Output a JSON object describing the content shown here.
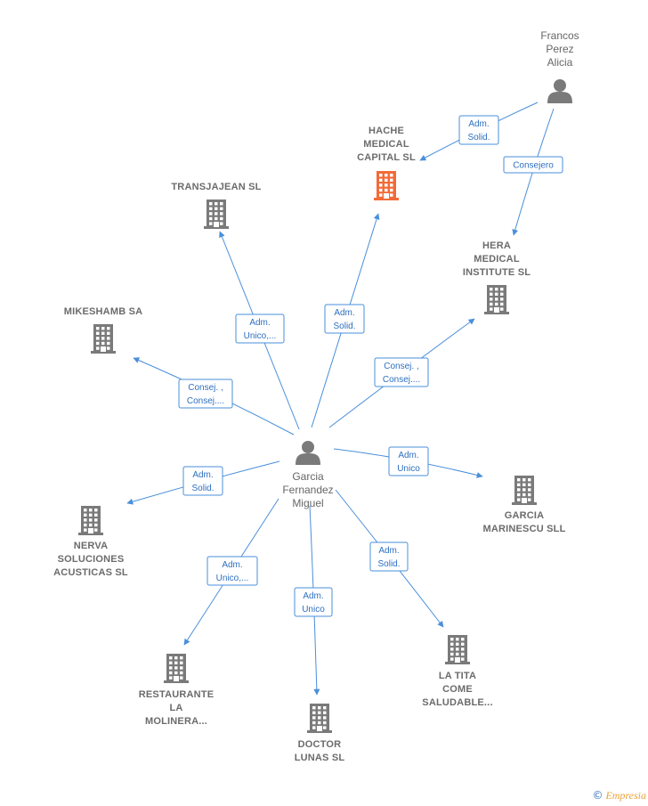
{
  "colors": {
    "accent": "#4a8fdb",
    "highlight": "#f26b38",
    "node": "#7a7a7a"
  },
  "nodes": [
    {
      "id": "francos",
      "kind": "person",
      "lines": [
        "Francos",
        "Perez",
        "Alicia"
      ]
    },
    {
      "id": "hache",
      "kind": "company",
      "highlight": true,
      "lines": [
        "HACHE",
        "MEDICAL",
        "CAPITAL  SL"
      ]
    },
    {
      "id": "transjajean",
      "kind": "company",
      "lines": [
        "TRANSJAJEAN SL"
      ]
    },
    {
      "id": "hera",
      "kind": "company",
      "lines": [
        "HERA",
        "MEDICAL",
        "INSTITUTE  SL"
      ]
    },
    {
      "id": "mikeshamb",
      "kind": "company",
      "lines": [
        "MIKESHAMB SA"
      ]
    },
    {
      "id": "garcia",
      "kind": "person",
      "lines": [
        "Garcia",
        "Fernandez",
        "Miguel"
      ]
    },
    {
      "id": "marinescu",
      "kind": "company",
      "lines": [
        "GARCIA",
        "MARINESCU SLL"
      ]
    },
    {
      "id": "nerva",
      "kind": "company",
      "lines": [
        "NERVA",
        "SOLUCIONES",
        "ACUSTICAS  SL"
      ]
    },
    {
      "id": "restaurante",
      "kind": "company",
      "lines": [
        "RESTAURANTE",
        "LA",
        "MOLINERA..."
      ]
    },
    {
      "id": "doctor",
      "kind": "company",
      "lines": [
        "DOCTOR",
        "LUNAS SL"
      ]
    },
    {
      "id": "latita",
      "kind": "company",
      "lines": [
        "LA TITA",
        "COME",
        "SALUDABLE..."
      ]
    }
  ],
  "edges": [
    {
      "from": "francos",
      "to": "hache",
      "label": [
        "Adm.",
        "Solid."
      ]
    },
    {
      "from": "francos",
      "to": "hera",
      "label": [
        "Consejero"
      ]
    },
    {
      "from": "garcia",
      "to": "transjajean",
      "label": [
        "Adm.",
        "Unico,..."
      ]
    },
    {
      "from": "garcia",
      "to": "hache",
      "label": [
        "Adm.",
        "Solid."
      ]
    },
    {
      "from": "garcia",
      "to": "hera",
      "label": [
        "Consej. ,",
        "Consej...."
      ]
    },
    {
      "from": "garcia",
      "to": "mikeshamb",
      "label": [
        "Consej. ,",
        "Consej...."
      ]
    },
    {
      "from": "garcia",
      "to": "marinescu",
      "label": [
        "Adm.",
        "Unico"
      ]
    },
    {
      "from": "garcia",
      "to": "nerva",
      "label": [
        "Adm.",
        "Solid."
      ]
    },
    {
      "from": "garcia",
      "to": "restaurante",
      "label": [
        "Adm.",
        "Unico,..."
      ]
    },
    {
      "from": "garcia",
      "to": "doctor",
      "label": [
        "Adm.",
        "Unico"
      ]
    },
    {
      "from": "garcia",
      "to": "latita",
      "label": [
        "Adm.",
        "Solid."
      ]
    }
  ],
  "footer": {
    "copyright": "©",
    "brand": "Empresia"
  }
}
